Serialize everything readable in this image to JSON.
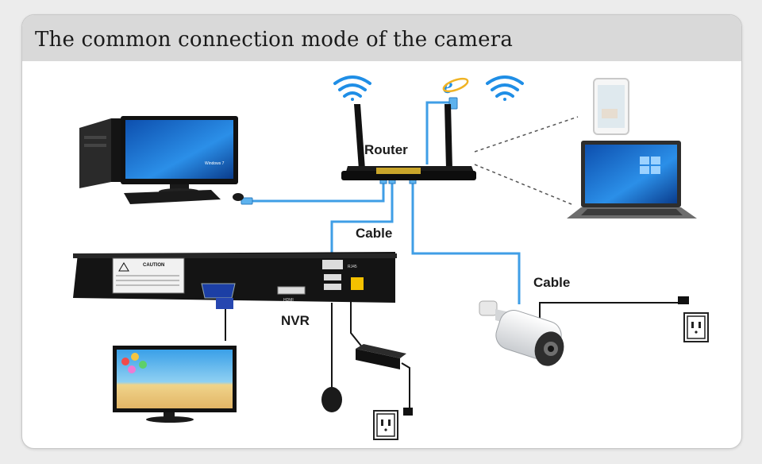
{
  "title": "The common connection mode of the camera",
  "labels": {
    "router": "Router",
    "cable_top": "Cable",
    "cable_right": "Cable",
    "nvr": "NVR"
  },
  "device_text": {
    "windows": "Windows 7",
    "caution": "CAUTION",
    "hdmi": "HDMI",
    "rj45": "RJ45"
  },
  "icons": [
    "wifi-icon",
    "ie-icon",
    "wifi-icon",
    "power-outlet-icon",
    "power-outlet-icon"
  ],
  "colors": {
    "cable": "#3f9ee6",
    "title_bar": "#d9d9d9",
    "device_dark": "#1b1b1b",
    "screen_blue": "#1e6fd2"
  }
}
